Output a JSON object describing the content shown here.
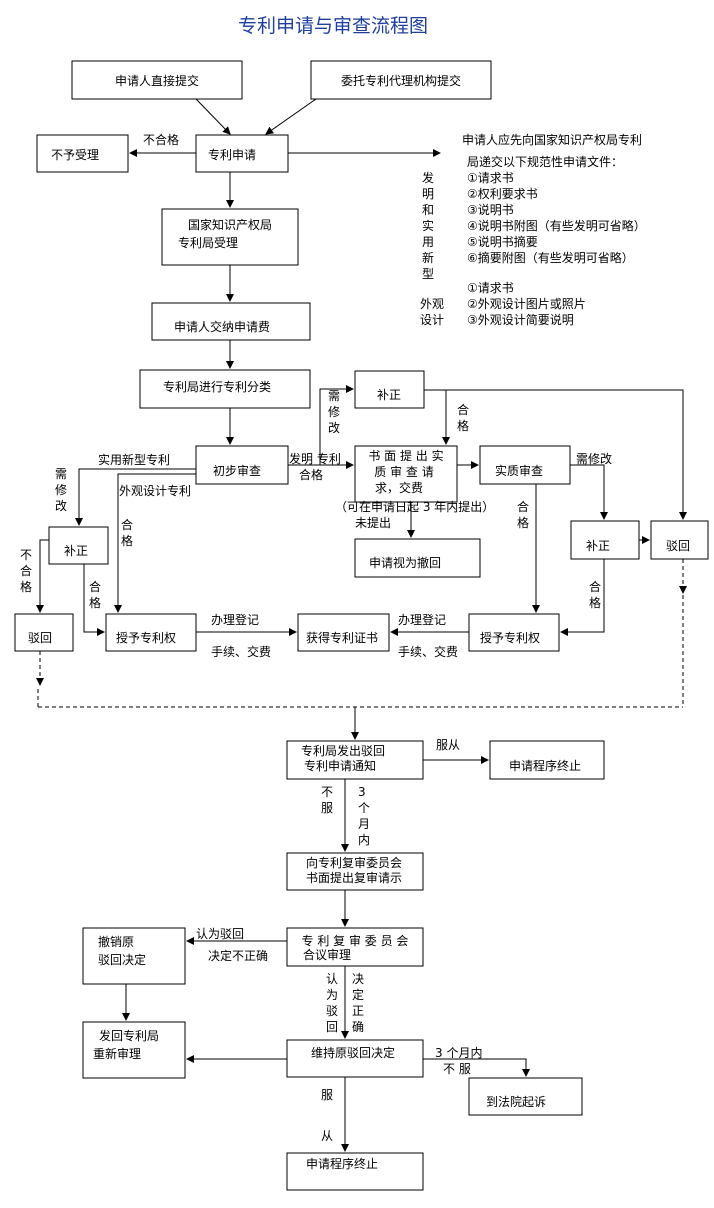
{
  "title": "专利申请与审查流程图",
  "colors": {
    "title": "#1f3f9e",
    "line": "#000000",
    "background": "#ffffff"
  },
  "nodes": {
    "direct_submit": "申请人直接提交",
    "agency_submit": "委托专利代理机构提交",
    "not_accepted": "不予受理",
    "patent_application": "专利申请",
    "sipo_accept_1": "国家知识产权局",
    "sipo_accept_2": "专利局受理",
    "pay_fee": "申请人交纳申请费",
    "classify": "专利局进行专利分类",
    "prelim_exam": "初步审查",
    "supplement_top": "补正",
    "written_request_1": "书 面 提 出 实",
    "written_request_2": "质 审 查 请",
    "written_request_3": "求，交费",
    "deemed_withdrawn": "申请视为撤回",
    "substantive_exam": "实质审查",
    "supplement_right": "补正",
    "reject_right": "驳回",
    "supplement_left": "补正",
    "reject_left": "驳回",
    "grant_left": "授予专利权",
    "certificate": "获得专利证书",
    "grant_right": "授予专利权",
    "rejection_notice_1": "专利局发出驳回",
    "rejection_notice_2": "专利申请通知",
    "procedure_end_1": "申请程序终止",
    "reexam_request_1": "向专利复审委员会",
    "reexam_request_2": "书面提出复审请示",
    "board_review_1": "专 利 复 审 委 员 会",
    "board_review_2": "合议审理",
    "revoke_1": "撤销原",
    "revoke_2": "驳回决定",
    "send_back_1": "发回专利局",
    "send_back_2": "重新审理",
    "maintain": "维持原驳回决定",
    "sue": "到法院起诉",
    "procedure_end_2": "申请程序终止"
  },
  "notes": {
    "docs_intro_1": "申请人应先向国家知识产权局专利",
    "docs_intro_2": "局递交以下规范性申请文件：",
    "invention_label": [
      "发",
      "明",
      "和",
      "实",
      "用",
      "新",
      "型"
    ],
    "invention_docs": [
      "①请求书",
      "②权利要求书",
      "③说明书",
      "④说明书附图（有些发明可省略）",
      "⑤说明书摘要",
      "⑥摘要附图（有些发明可省略）"
    ],
    "design_label_1": "外观",
    "design_label_2": "设计",
    "design_docs": [
      "①请求书",
      "②外观设计图片或照片",
      "③外观设计简要说明"
    ]
  },
  "labels": {
    "unqualified": "不合格",
    "utility_design": "实用新型专利",
    "design_patent": "外观设计专利",
    "needs_edit_left": [
      "需",
      "修",
      "改"
    ],
    "qualified_a": [
      "合",
      "格"
    ],
    "not_qualified_left": [
      "不",
      "合",
      "格"
    ],
    "qualified_b": [
      "合",
      "格"
    ],
    "invention_patent": "发明 专利",
    "qualified_mid": "合格",
    "needs_edit_mid": [
      "需",
      "修",
      "改"
    ],
    "qualified_c": [
      "合",
      "格"
    ],
    "within_3_years": "（可在申请日起 3 年内提出）",
    "not_submitted": "未提出",
    "qualified_d": [
      "合",
      "格"
    ],
    "needs_edit_right": "需修改",
    "qualified_e": [
      "合",
      "格"
    ],
    "register_left": "办理登记",
    "fee_left": "手续、交费",
    "register_right": "办理登记",
    "fee_right": "手续、交费",
    "accept": "服从",
    "not_accept_a": [
      "不",
      "服"
    ],
    "three_months_a": [
      "3",
      "个",
      "月",
      "内"
    ],
    "deem_rejection": "认为驳回",
    "decision_wrong": "决定不正确",
    "deem_rejection_v": [
      "认",
      "为",
      "驳",
      "回"
    ],
    "decision_correct_v": [
      "决",
      "定",
      "正",
      "确"
    ],
    "three_months_b": "3 个月内",
    "not_accept_b": "不  服",
    "accept_b1": "服",
    "accept_b2": "从"
  }
}
